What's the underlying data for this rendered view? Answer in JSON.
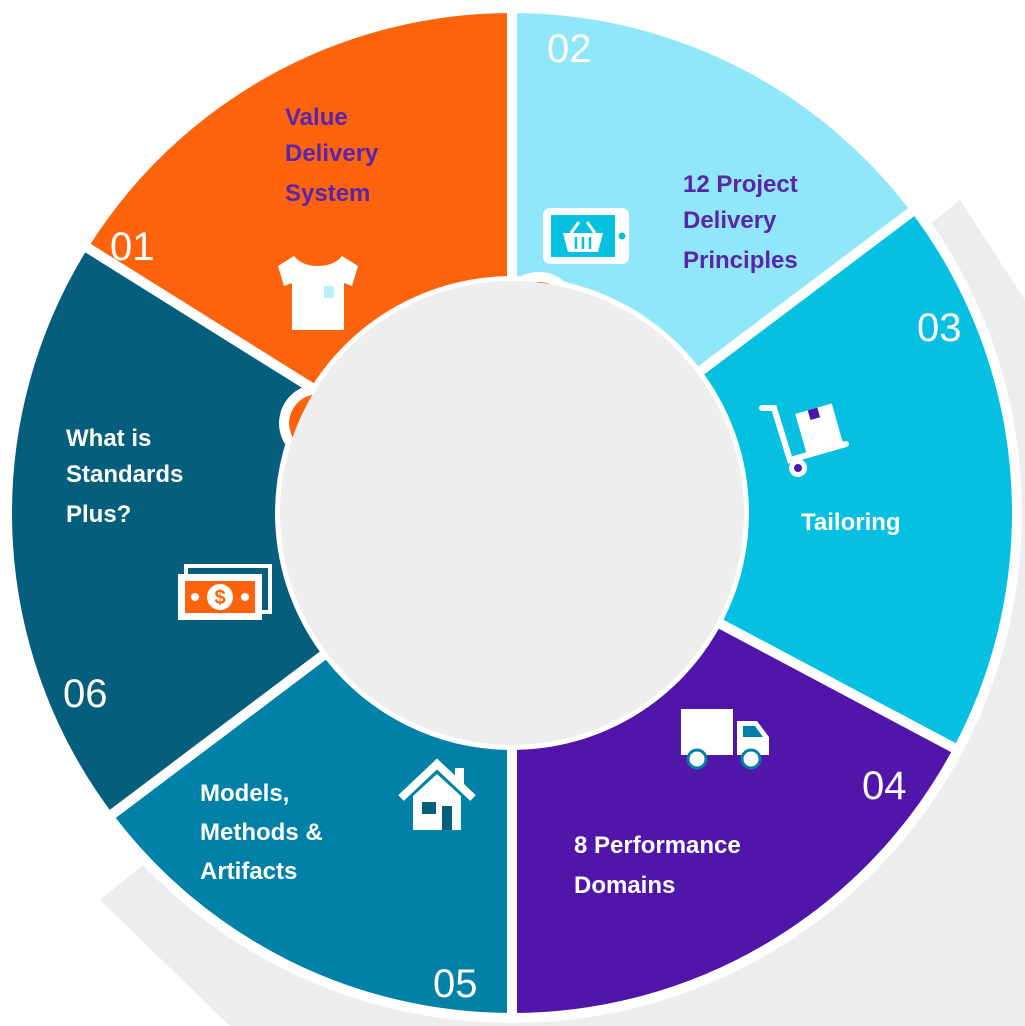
{
  "diagram": {
    "colors": {
      "shadow": "#ededef",
      "outline": "#ffffff",
      "center": "#eeeeef",
      "dark_text": "#5a25a8",
      "light_text": "#ffffff"
    },
    "segments": [
      {
        "number": "01",
        "label_lines": [
          "Value",
          "Delivery",
          "System"
        ],
        "icon": "tshirt-icon",
        "color": "#90e7f9",
        "label_color": "#5a25a8"
      },
      {
        "number": "02",
        "label_lines": [
          "12 Project",
          "Delivery",
          "Principles"
        ],
        "icon": "shopping-basket-tablet-icon",
        "color": "#06c0e2",
        "label_color": "#5a25a8"
      },
      {
        "number": "03",
        "label_lines": [
          "Tailoring"
        ],
        "icon": "hand-truck-box-icon",
        "color": "#5016aa",
        "label_color": "#ffffff"
      },
      {
        "number": "04",
        "label_lines": [
          "8 Performance",
          "Domains"
        ],
        "icon": "delivery-truck-icon",
        "color": "#0181a8",
        "label_color": "#ffffff"
      },
      {
        "number": "05",
        "label_lines": [
          "Models,",
          "Methods &",
          "Artifacts"
        ],
        "icon": "house-icon",
        "color": "#045e7c",
        "label_color": "#ffffff"
      },
      {
        "number": "06",
        "label_lines": [
          "What is",
          "Standards",
          "Plus?"
        ],
        "icon": "money-bills-icon",
        "color": "#fd620d",
        "label_color": "#ffffff"
      }
    ]
  }
}
